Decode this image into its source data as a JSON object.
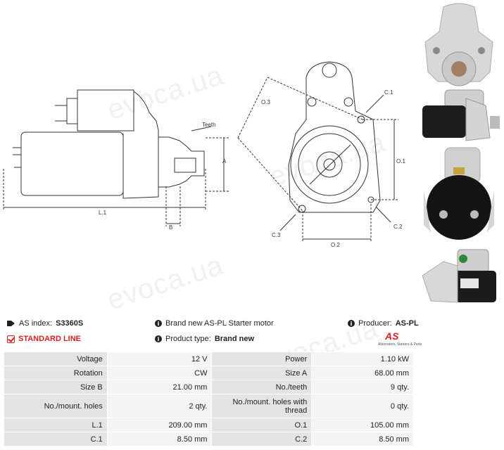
{
  "drawing": {
    "labels": {
      "teeth": "Teeth",
      "a": "A",
      "b": "B",
      "l1": "L.1",
      "o3": "O.3",
      "c1": "C.1",
      "o1": "O.1",
      "c3": "C.3",
      "o2": "O.2",
      "c2": "C.2"
    }
  },
  "watermark": "evoca.ua",
  "info": {
    "index_label": "AS index:",
    "index_value": "S3360S",
    "description": "Brand new AS-PL Starter motor",
    "producer_label": "Producer:",
    "producer_value": "AS-PL",
    "line": "STANDARD LINE",
    "type_label": "Product type:",
    "type_value": "Brand new"
  },
  "logo": {
    "mark": "AS",
    "sub": "Alternators, Starters & Parts"
  },
  "specs": [
    {
      "l1": "Voltage",
      "v1": "12 V",
      "l2": "Power",
      "v2": "1.10 kW"
    },
    {
      "l1": "Rotation",
      "v1": "CW",
      "l2": "Size A",
      "v2": "68.00 mm"
    },
    {
      "l1": "Size B",
      "v1": "21.00 mm",
      "l2": "No./teeth",
      "v2": "9 qty."
    },
    {
      "l1": "No./mount. holes",
      "v1": "2 qty.",
      "l2": "No./mount. holes with thread",
      "v2": "0 qty."
    },
    {
      "l1": "L.1",
      "v1": "209.00 mm",
      "l2": "O.1",
      "v2": "105.00 mm"
    },
    {
      "l1": "C.1",
      "v1": "8.50 mm",
      "l2": "C.2",
      "v2": "8.50 mm"
    }
  ],
  "colors": {
    "accent": "#d32027",
    "label_bg": "#e4e4e4",
    "value_bg": "#f4f4f4"
  }
}
